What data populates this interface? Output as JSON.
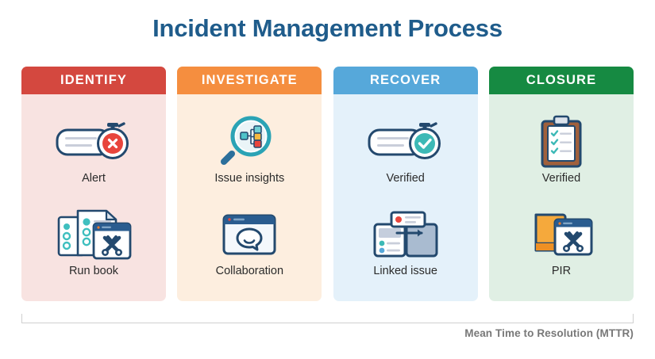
{
  "title": "Incident Management Process",
  "title_color": "#1F5C8B",
  "footer": {
    "mttr_label": "Mean Time to Resolution (MTTR)",
    "mttr_color": "#787878"
  },
  "columns": [
    {
      "header": "IDENTIFY",
      "header_color": "#D4483F",
      "body_color": "#F8E3E1",
      "items": [
        {
          "icon": "alert-card-stopwatch-icon",
          "label": "Alert"
        },
        {
          "icon": "run-book-documents-icon",
          "label": "Run book"
        }
      ]
    },
    {
      "header": "INVESTIGATE",
      "header_color": "#F58E3F",
      "body_color": "#FDEEDF",
      "items": [
        {
          "icon": "magnifier-flowchart-icon",
          "label": "Issue insights"
        },
        {
          "icon": "browser-speech-bubble-icon",
          "label": "Collaboration"
        }
      ]
    },
    {
      "header": "RECOVER",
      "header_color": "#56A8DA",
      "body_color": "#E4F1FA",
      "items": [
        {
          "icon": "verified-card-stopwatch-icon",
          "label": "Verified"
        },
        {
          "icon": "linked-issue-panels-icon",
          "label": "Linked issue"
        }
      ]
    },
    {
      "header": "CLOSURE",
      "header_color": "#168A42",
      "body_color": "#E0EFE4",
      "items": [
        {
          "icon": "clipboard-checklist-icon",
          "label": "Verified"
        },
        {
          "icon": "book-browser-tools-icon",
          "label": "PIR"
        }
      ]
    }
  ]
}
